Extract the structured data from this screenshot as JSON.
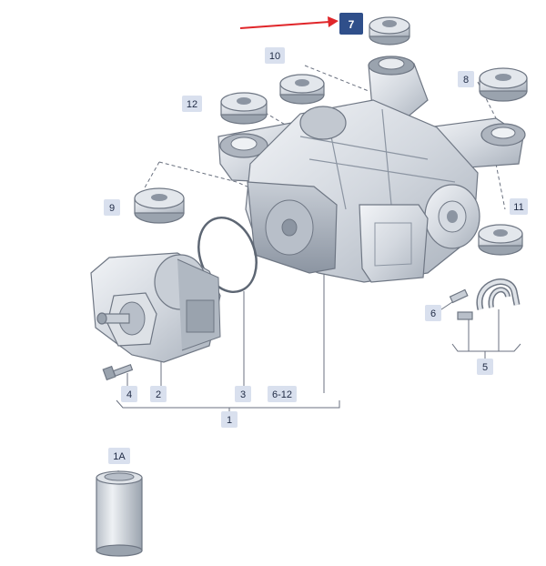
{
  "diagram": {
    "highlight_color": "#2f4f8a",
    "arrow_color": "#e0262a",
    "label_bg": "#d9e0ee",
    "callouts": {
      "c7": "7",
      "c10": "10",
      "c8": "8",
      "c12": "12",
      "c9": "9",
      "c11": "11",
      "c6": "6",
      "c5": "5",
      "c4": "4",
      "c2": "2",
      "c3": "3",
      "c612": "6-12",
      "c1": "1",
      "c1a": "1A"
    }
  }
}
